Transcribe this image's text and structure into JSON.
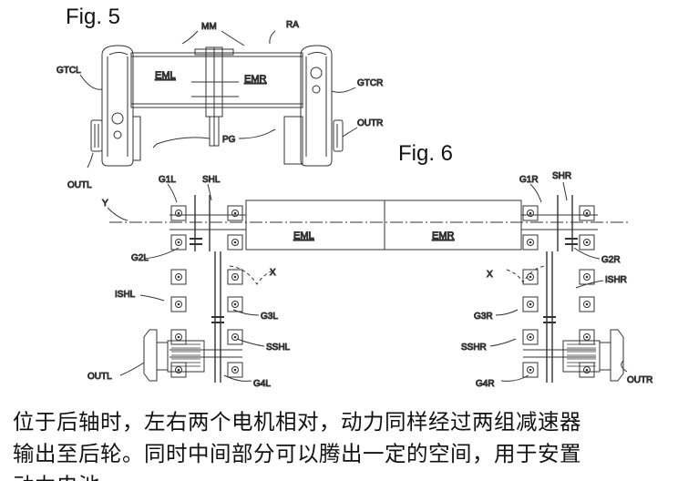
{
  "fig5": {
    "title": "Fig. 5",
    "labels": {
      "MM": "MM",
      "RA": "RA",
      "GTCL": "GTCL",
      "GTCR": "GTCR",
      "EML": "EML",
      "EMR": "EMR",
      "OUTR": "OUTR",
      "PG": "PG",
      "OUTL": "OUTL"
    }
  },
  "fig6": {
    "title": "Fig. 6",
    "labels": {
      "G1L": "G1L",
      "SHL": "SHL",
      "Y": "Y",
      "G2L": "G2L",
      "X_left": "X",
      "ISHL": "ISHL",
      "G3L": "G3L",
      "SSHL": "SSHL",
      "OUTL": "OUTL",
      "G4L": "G4L",
      "EML": "EML",
      "EMR": "EMR",
      "G1R": "G1R",
      "SHR": "SHR",
      "G2R": "G2R",
      "X_right": "X",
      "ISHR": "ISHR",
      "G3R": "G3R",
      "SSHR": "SSHR",
      "G4R": "G4R",
      "OUTR": "OUTR"
    }
  },
  "caption": {
    "line1": "位于后轴时，左右两个电机相对，动力同样经过两组减速器",
    "line2": "输出至后轮。同时中间部分可以腾出一定的空间，用于安置",
    "line3": "动力电池。"
  }
}
